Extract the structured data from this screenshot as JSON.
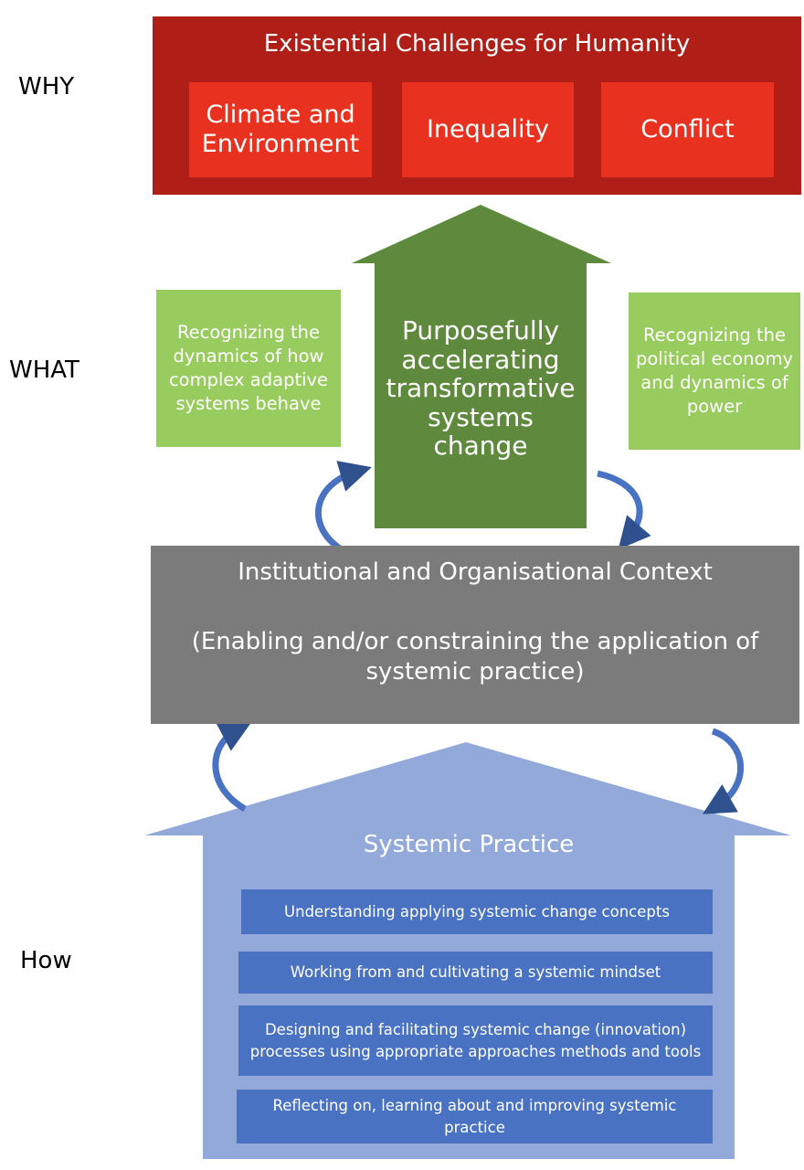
{
  "levels": {
    "why": "WHY",
    "what": "WHAT",
    "how": "How"
  },
  "challenges": {
    "title": "Existential Challenges for Humanity",
    "items": [
      "Climate and Environment",
      "Inequality",
      "Conflict"
    ]
  },
  "what_section": {
    "arrow_text": "Purposefully accelerating transformative systems change",
    "left_box": "Recognizing the dynamics of how complex adaptive systems behave",
    "right_box": "Recognizing the political economy and dynamics of power"
  },
  "context": {
    "title": "Institutional and Organisational Context",
    "subtitle": "(Enabling and/or constraining the application of systemic practice)"
  },
  "practice": {
    "title": "Systemic Practice",
    "items": [
      "Understanding applying systemic change concepts",
      "Working from and cultivating a systemic mindset",
      "Designing and facilitating systemic change (innovation) processes using appropriate approaches methods and tools",
      "Reflecting on, learning about and improving systemic practice"
    ]
  },
  "colors": {
    "challenges_bg": "#b01f17",
    "challenge_item": "#e8321f",
    "arrow_green": "#5f8a3e",
    "side_green": "#99cc5f",
    "context_grey": "#7b7b7b",
    "house_blue": "#93a9d9",
    "practice_item": "#4a72c2",
    "cycle_arrow": "#3a5f9e"
  }
}
